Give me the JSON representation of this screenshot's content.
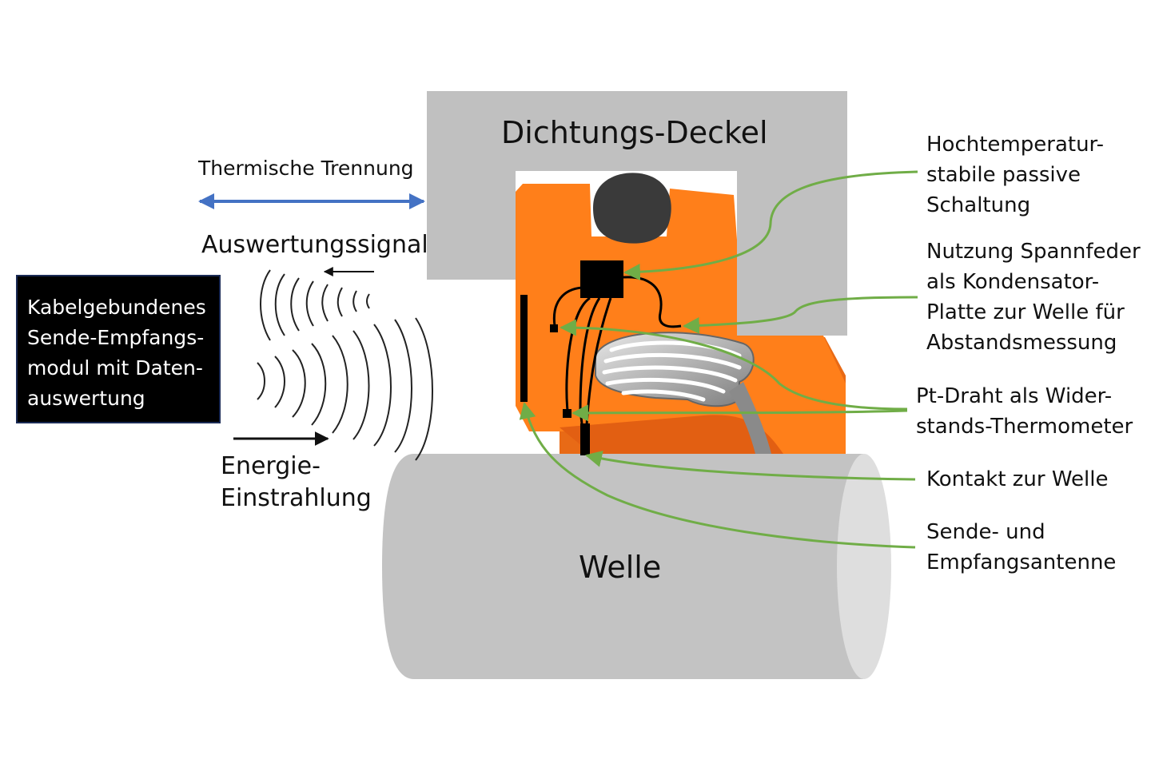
{
  "cover_label": "Dichtungs-Deckel",
  "shaft_label": "Welle",
  "thermal_separation": "Thermische Trennung",
  "evaluation_signal": "Auswertungssignal",
  "energy_lines": [
    "Energie-",
    "Einstrahlung"
  ],
  "module_lines": [
    "Kabelgebundenes",
    "Sende-Empfangs-",
    "modul mit Daten-",
    "auswertung"
  ],
  "callouts": {
    "circuit": [
      "Hochtemperatur-",
      "stabile passive",
      "Schaltung"
    ],
    "spring": [
      "Nutzung Spannfeder",
      "als Kondensator-",
      "Platte zur Welle für",
      "Abstandsmessung"
    ],
    "pt_wire": [
      "Pt-Draht als Wider-",
      "stands-Thermometer"
    ],
    "contact": [
      "Kontakt zur Welle"
    ],
    "antenna": [
      "Sende- und",
      "Empfangsantenne"
    ]
  },
  "colors": {
    "housing": "#c0c0c0",
    "seal": "#ff7f1a",
    "seal_shade": "#e25f12",
    "shaft": "#c3c3c3",
    "shaft_end": "#dedede",
    "callout_line": "#70ad47",
    "double_arrow": "#4472c4",
    "module_box": "#000000"
  }
}
